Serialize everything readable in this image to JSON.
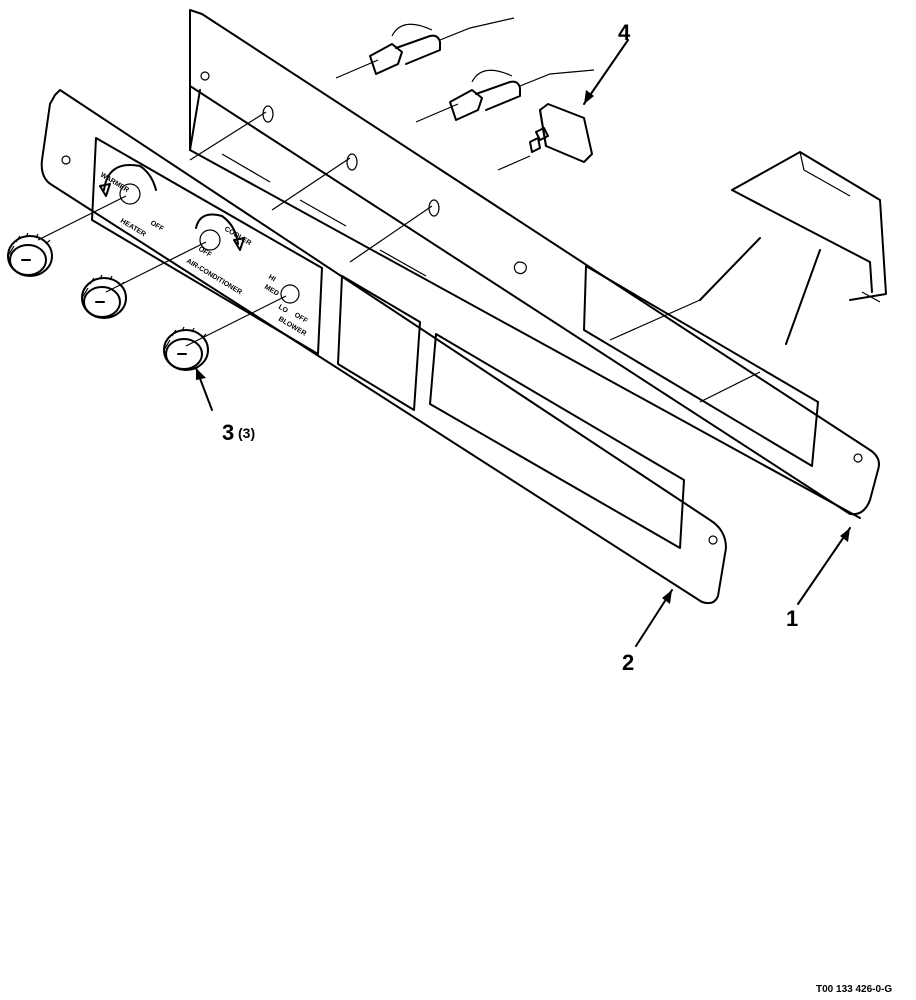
{
  "callouts": {
    "item1": "1",
    "item2": "2",
    "item3": "3",
    "item3_qty": "(3)",
    "item4": "4"
  },
  "panel_labels": {
    "heater": "HEATER",
    "air_conditioner": "AIR-CONDITIONER",
    "blower": "BLOWER",
    "warmer": "WARMER",
    "cooler": "COOLER",
    "off": "OFF",
    "lo": "LO",
    "hi": "HI",
    "med": "MED"
  },
  "figure_id": "T00 133 426-0-G",
  "colors": {
    "ink": "#000000",
    "paper": "#ffffff"
  }
}
